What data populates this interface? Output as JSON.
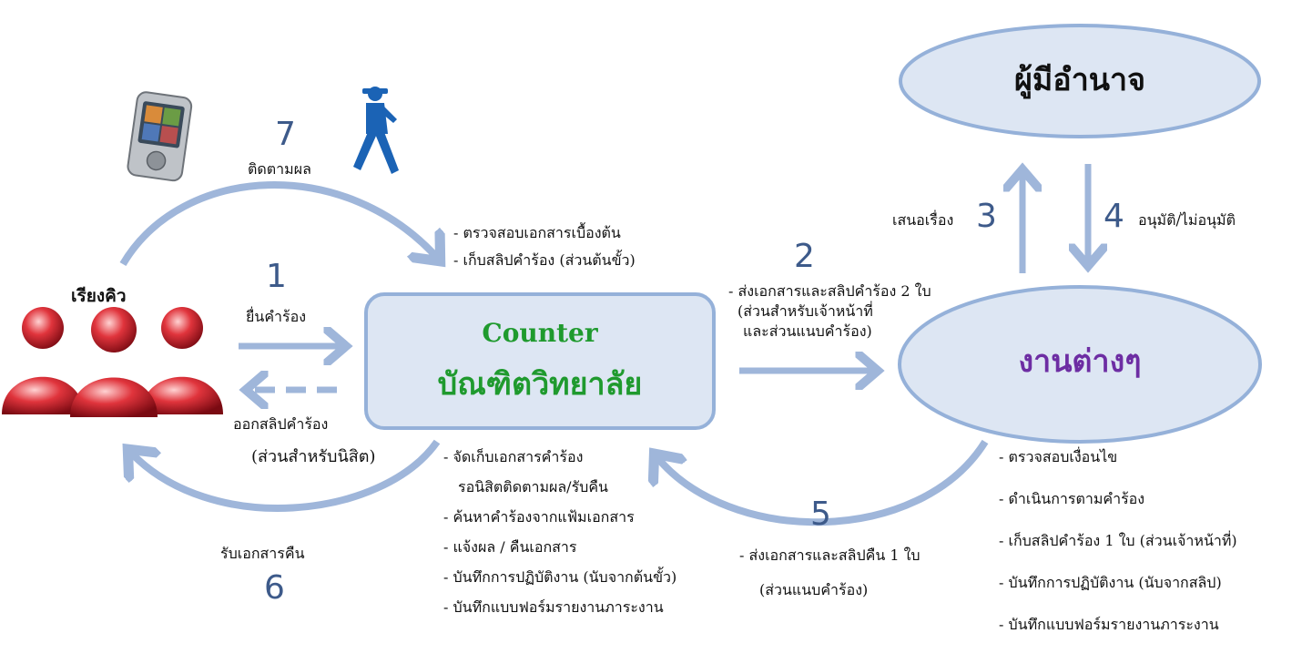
{
  "colors": {
    "node_fill": "#dde6f3",
    "node_stroke": "#95b1d9",
    "arrow": "#9fb6da",
    "counter_text": "#1f9a2e",
    "dept_text": "#6d2da3",
    "number": "#3d5a8a"
  },
  "icons": [
    "phone-icon",
    "walking-man-icon",
    "person-icon"
  ],
  "people_label": "เรียงคิว",
  "counter": {
    "line1": "Counter",
    "line2": "บัณฑิตวิทยาลัย"
  },
  "authority": "ผู้มีอำนาจ",
  "departments": "งานต่างๆ",
  "steps": {
    "s1": {
      "num": "1",
      "label": "ยื่นคำร้อง"
    },
    "s2": {
      "num": "2",
      "label_lines": [
        "- ส่งเอกสารและสลิปคำร้อง 2 ใบ",
        "(ส่วนสำหรับเจ้าหน้าที่",
        "และส่วนแนบคำร้อง)"
      ]
    },
    "s3": {
      "num": "3",
      "label": "เสนอเรื่อง"
    },
    "s4": {
      "num": "4",
      "label": "อนุมัติ/ไม่อนุมัติ"
    },
    "s5": {
      "num": "5",
      "label_lines": [
        "- ส่งเอกสารและสลิปคืน 1 ใบ",
        "(ส่วนแนบคำร้อง)"
      ]
    },
    "s6": {
      "num": "6",
      "label": "รับเอกสารคืน"
    },
    "s7": {
      "num": "7",
      "label": "ติดตามผล"
    },
    "slip": {
      "line1": "ออกสลิปคำร้อง",
      "line2": "(ส่วนสำหรับนิสิต)"
    }
  },
  "counter_top_notes": [
    "- ตรวจสอบเอกสารเบื้องต้น",
    "- เก็บสลิปคำร้อง (ส่วนต้นขั้ว)"
  ],
  "counter_bottom_notes": [
    "- จัดเก็บเอกสารคำร้อง",
    "รอนิสิตติดตามผล/รับคืน",
    "- ค้นหาคำร้องจากแฟ้มเอกสาร",
    "- แจ้งผล / คืนเอกสาร",
    "- บันทึกการปฏิบัติงาน (นับจากต้นขั้ว)",
    "- บันทึกแบบฟอร์มรายงานภาระงาน"
  ],
  "dept_notes": [
    "- ตรวจสอบเงื่อนไข",
    "- ดำเนินการตามคำร้อง",
    "- เก็บสลิปคำร้อง 1 ใบ (ส่วนเจ้าหน้าที่)",
    "- บันทึกการปฏิบัติงาน (นับจากสลิป)",
    "- บันทึกแบบฟอร์มรายงานภาระงาน"
  ]
}
